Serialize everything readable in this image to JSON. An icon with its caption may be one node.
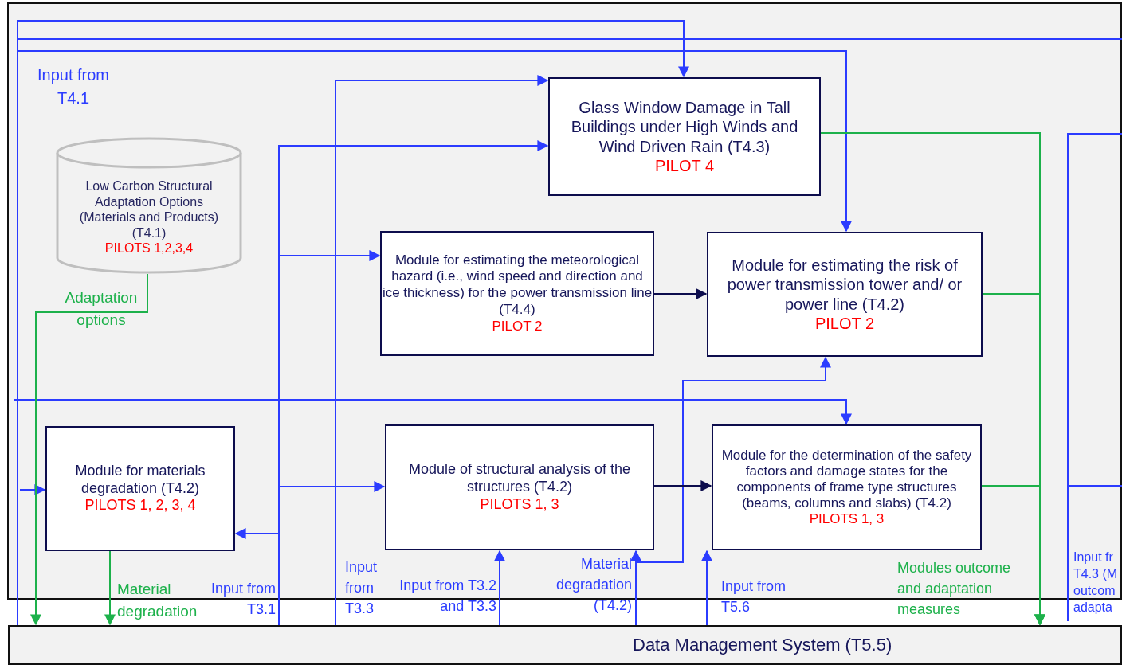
{
  "diagram": {
    "nodes": [
      {
        "text": [
          "Low Carbon Structural Adaptation Options (Materials and Products) (T4.1)",
          "PILOTS 1,2,3,4"
        ]
      },
      {
        "text": [
          "Glass Window Damage in Tall Buildings under High Winds and Wind Driven Rain (T4.3)",
          "PILOT 4"
        ]
      },
      {
        "text": [
          "Module for estimating the meteorological hazard (i.e., wind speed and direction and ice thickness) for the power transmission line (T4.4)",
          "PILOT 2"
        ]
      },
      {
        "text": [
          "Module for estimating the risk of power transmission tower and/ or power line (T4.2)",
          "PILOT 2"
        ]
      },
      {
        "text": [
          "Module for materials degradation (T4.2)",
          "PILOTS 1, 2, 3, 4"
        ]
      },
      {
        "text": [
          "Module of structural analysis of the structures (T4.2)",
          "PILOTS 1, 3"
        ]
      },
      {
        "text": [
          "Module for the determination of the safety factors and damage states for the components of frame type structures (beams, columns and slabs) (T4.2)",
          "PILOTS 1, 3"
        ]
      },
      {
        "text": [
          "Data Management System (T5.5)"
        ]
      }
    ],
    "edges": [
      {
        "from": 7,
        "to": 1,
        "arrow": "to"
      },
      {
        "from": 7,
        "to": 3,
        "arrow": "to"
      },
      {
        "from": null,
        "to": 6,
        "arrow": "to"
      },
      {
        "from": null,
        "to": 4,
        "arrow": "to"
      },
      {
        "from": 7,
        "to": 1,
        "arrow": "to"
      },
      {
        "from": 7,
        "to": 2,
        "arrow": "to"
      },
      {
        "from": 7,
        "to": 5,
        "arrow": "to"
      },
      {
        "from": 7,
        "to": 4,
        "arrow": "to"
      },
      {
        "from": 7,
        "to": 1,
        "arrow": "to"
      },
      {
        "from": 7,
        "to": 5,
        "arrow": "to"
      },
      {
        "from": 7,
        "to": 5,
        "arrow": "to"
      },
      {
        "from": 7,
        "to": 3,
        "arrow": "to"
      },
      {
        "from": 7,
        "to": 6,
        "arrow": "to"
      },
      {
        "from": 2,
        "to": 3,
        "arrow": "to",
        "color": "#0d0d4d"
      },
      {
        "from": 5,
        "to": 6,
        "arrow": "to",
        "color": "#0d0d4d"
      },
      {
        "from": 1,
        "to": 7,
        "arrow": "to",
        "color": "#1db14b"
      },
      {
        "from": 3,
        "to": 7,
        "arrow": "to",
        "color": "#1db14b"
      },
      {
        "from": 6,
        "to": 7,
        "arrow": "to",
        "color": "#1db14b"
      },
      {
        "from": 0,
        "to": 7,
        "arrow": "to",
        "color": "#1db14b"
      },
      {
        "from": 4,
        "to": 7,
        "arrow": "to",
        "color": "#1db14b"
      }
    ],
    "labels": [
      "Input from T4.1",
      "Adaptation options",
      "Material degradation",
      "Input from T3.1",
      "Input from T3.3",
      "Input from T3.2 and T3.3",
      "Material degradation (T4.2)",
      "Input from T5.6",
      "Modules outcome and adaptation measures",
      "Input fr T4.3 (M outcom adapta"
    ]
  }
}
